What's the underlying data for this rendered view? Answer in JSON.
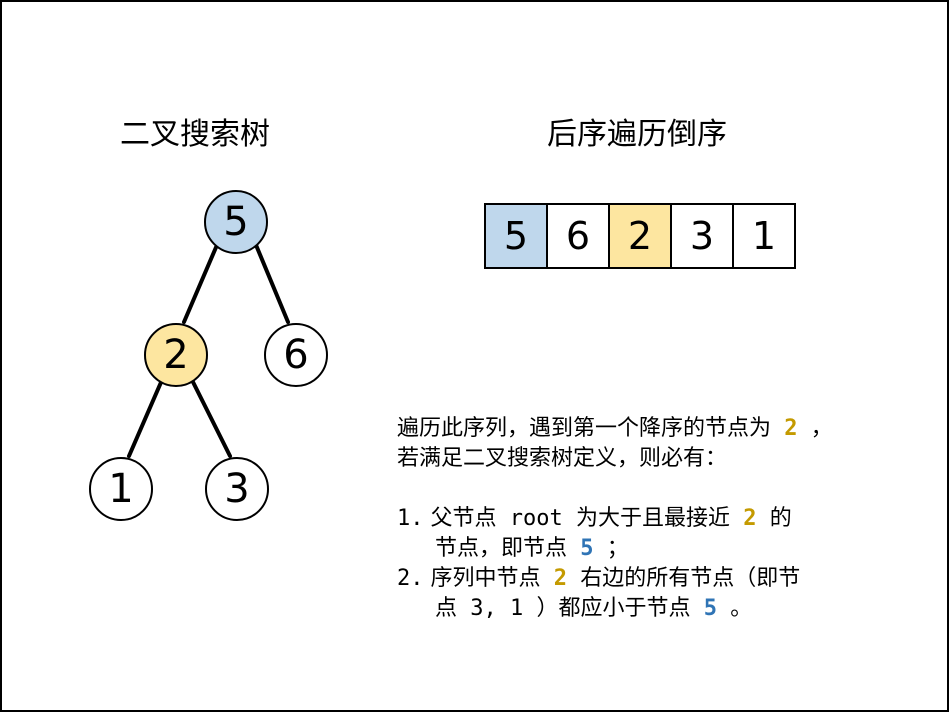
{
  "colors": {
    "blue_fill": "#bfd7ec",
    "yellow_fill": "#fde6a0",
    "white_fill": "#ffffff",
    "stroke": "#000000",
    "highlight_gold": "#c49a00",
    "highlight_blue": "#2f74b5"
  },
  "titles": {
    "tree": "二叉搜索树",
    "sequence": "后序遍历倒序"
  },
  "tree": {
    "root": "5",
    "left": "2",
    "right": "6",
    "left_left": "1",
    "left_right": "3"
  },
  "sequence": [
    "5",
    "6",
    "2",
    "3",
    "1"
  ],
  "description": {
    "line1_a": "遍历此序列，遇到第一个降序的节点为",
    "line1_val": " 2 ",
    "line1_b": "，",
    "line2": "若满足二叉搜索树定义，则必有：",
    "item1_num": "1.",
    "item1_a": "父节点",
    "item1_code": " root ",
    "item1_b": "为大于且最接近",
    "item1_val": " 2 ",
    "item1_c": "的",
    "item1_d": "节点，即节点",
    "item1_val2": " 5 ",
    "item1_e": "；",
    "item2_num": "2.",
    "item2_a": "序列中节点",
    "item2_val": " 2 ",
    "item2_b": "右边的所有节点（即节",
    "item2_c": "点",
    "item2_code": " 3, 1 ",
    "item2_d": "）都应小于节点",
    "item2_val2": " 5 ",
    "item2_e": "。"
  }
}
